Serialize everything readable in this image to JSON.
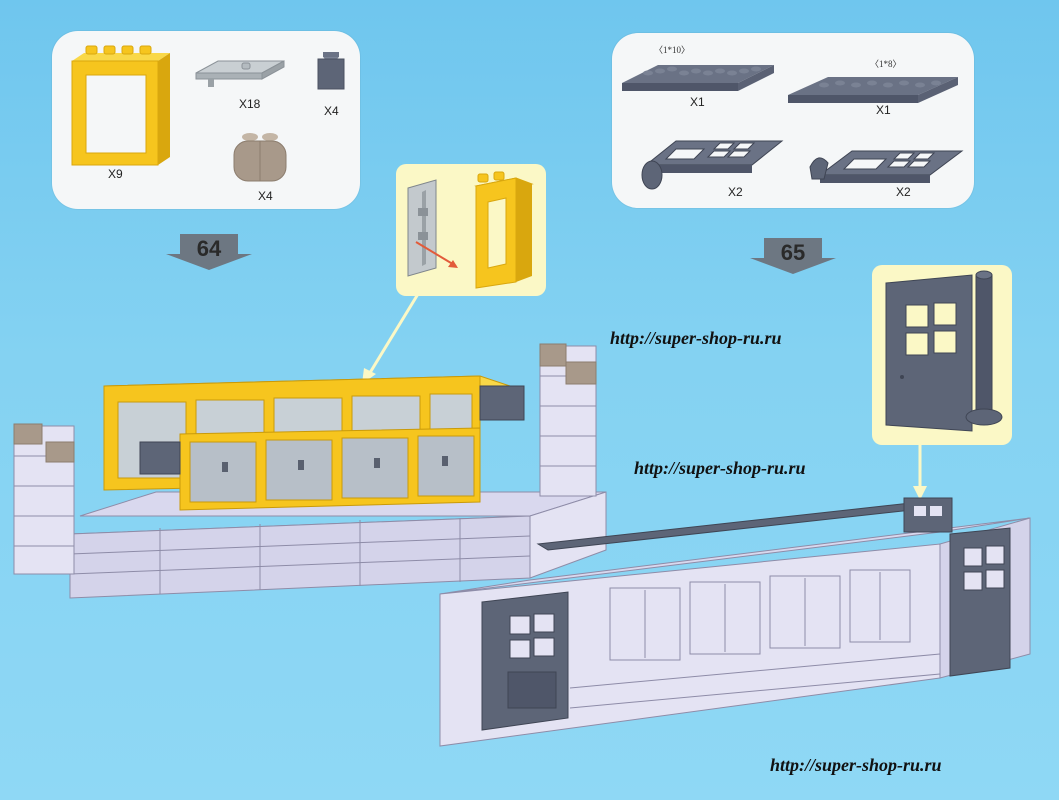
{
  "step64": {
    "number": "64",
    "parts": [
      {
        "name": "yellow window frame",
        "qty": "X9"
      },
      {
        "name": "transparent window pane",
        "qty": "X18"
      },
      {
        "name": "dark grey 1x1 brick",
        "qty": "X4"
      },
      {
        "name": "tan round brick",
        "qty": "X4"
      }
    ]
  },
  "step65": {
    "number": "65",
    "parts": [
      {
        "name": "plate 1x10",
        "dim": "〈1*10〉",
        "qty": "X1"
      },
      {
        "name": "plate 1x8",
        "dim": "〈1*8〉",
        "qty": "X1"
      },
      {
        "name": "door left",
        "qty": "X2"
      },
      {
        "name": "door right",
        "qty": "X2"
      }
    ]
  },
  "watermarks": [
    "http://super-shop-ru.ru",
    "http://super-shop-ru.ru",
    "http://super-shop-ru.ru"
  ],
  "colors": {
    "background": "#7ccdf0",
    "panel": "#f5f7f8",
    "callout": "#fbf8c6",
    "yellow": "#f6c51e",
    "dark_grey": "#5d6577",
    "light_lilac": "#e4e3f3",
    "tan": "#a8998a",
    "arrow_grey": "#6d7782"
  }
}
